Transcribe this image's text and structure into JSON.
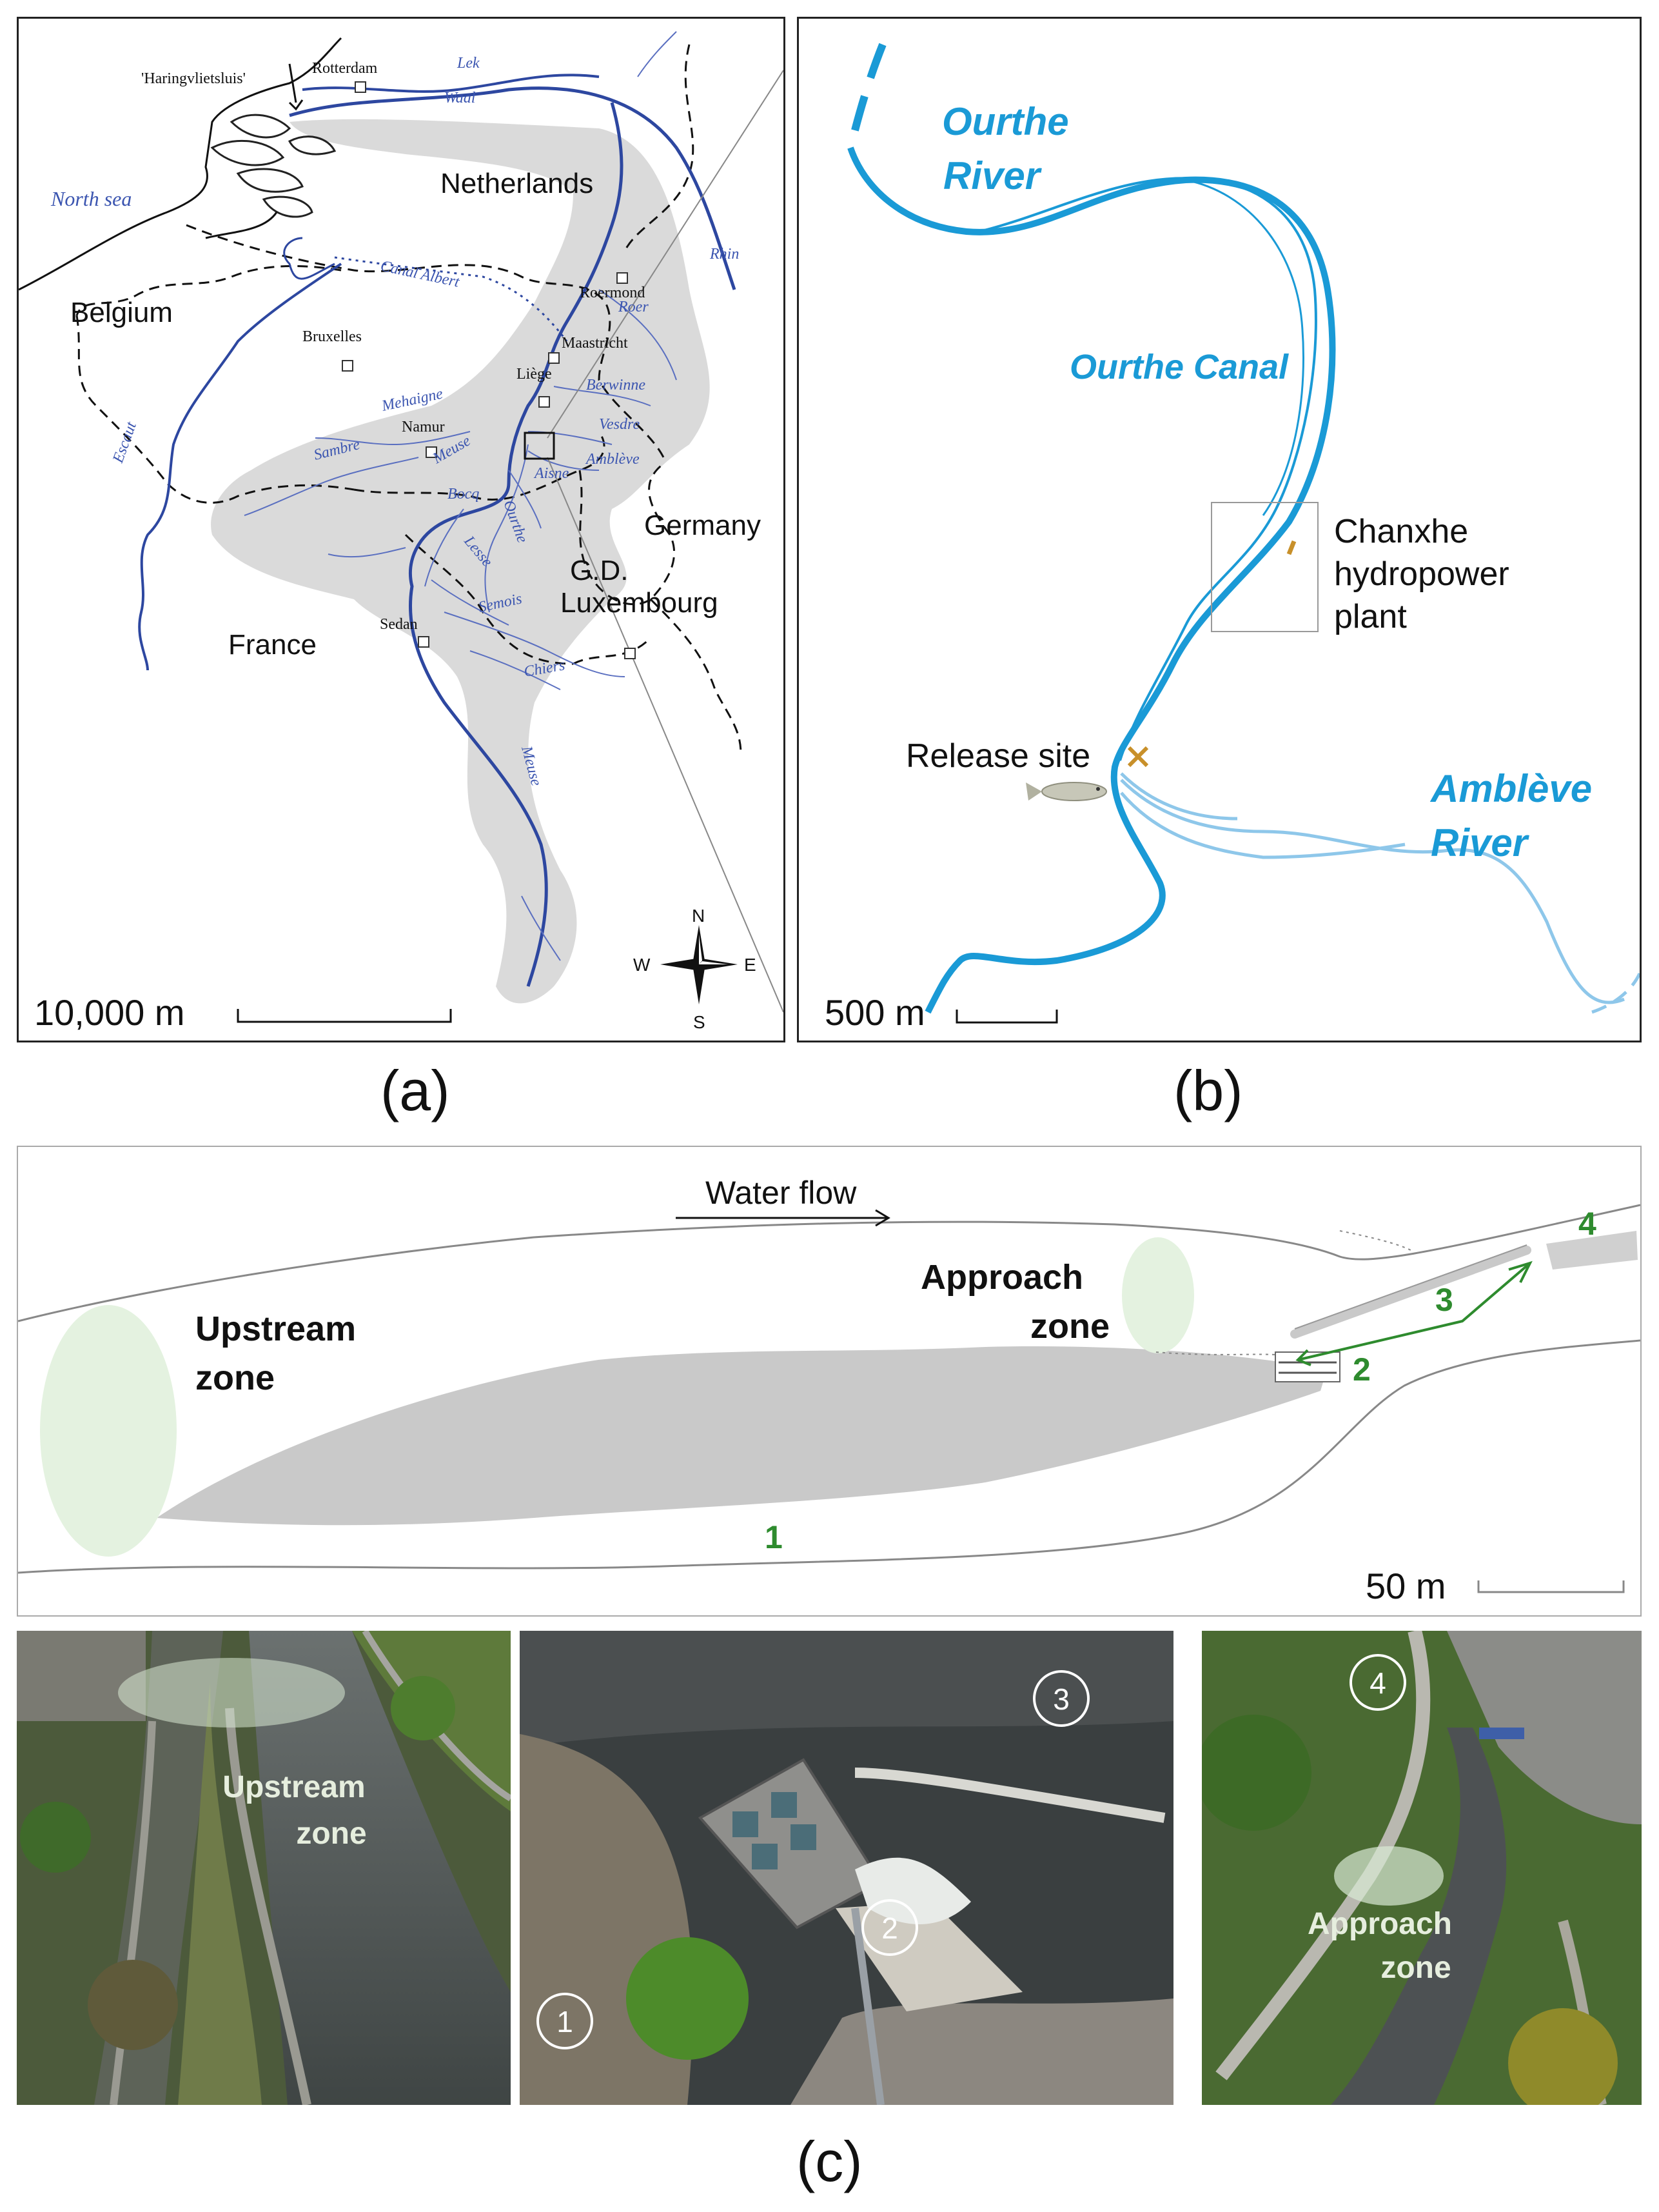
{
  "panel_a": {
    "caption": "(a)",
    "countries": [
      "Netherlands",
      "Belgium",
      "Germany",
      "France",
      "G.D.",
      "Luxembourg"
    ],
    "cities": [
      "Rotterdam",
      "Bruxelles",
      "Roermond",
      "Maastricht",
      "Liège",
      "Namur",
      "Sedan"
    ],
    "haringvliet": "'Haringvlietsluis'",
    "sea": "North sea",
    "rivers": {
      "lek": "Lek",
      "waal": "Waal",
      "rhin": "Rhin",
      "canal_albert": "Canal Albert",
      "roer": "Roer",
      "escaut": "Escaut",
      "mehaigne": "Mehaigne",
      "berwinne": "Berwinne",
      "sambre": "Sambre",
      "meuse": "Meuse",
      "vesdre": "Vesdre",
      "ambleve": "Amblève",
      "bocq": "Bocq",
      "aisne": "Aisne",
      "ourthe": "Ourthe",
      "lesse": "Lesse",
      "semois": "Semois",
      "chiers": "Chiers",
      "meuse_south": "Meuse"
    },
    "compass": {
      "n": "N",
      "s": "S",
      "e": "E",
      "w": "W"
    },
    "scale": "10,000 m"
  },
  "panel_b": {
    "caption": "(b)",
    "ourthe_river_1": "Ourthe",
    "ourthe_river_2": "River",
    "ourthe_canal": "Ourthe Canal",
    "plant_1": "Chanxhe",
    "plant_2": "hydropower",
    "plant_3": "plant",
    "release": "Release site",
    "ambleve_1": "Amblève",
    "ambleve_2": "River",
    "scale": "500 m",
    "colors": {
      "river": "#1a9ad6",
      "ambleve": "#8ec7ea",
      "marker": "#c8902a"
    }
  },
  "panel_c": {
    "caption": "(c)",
    "water_flow": "Water flow",
    "upstream_1": "Upstream",
    "upstream_2": "zone",
    "approach_1": "Approach",
    "approach_2": "zone",
    "n1": "1",
    "n2": "2",
    "n3": "3",
    "n4": "4",
    "scale": "50 m",
    "colors": {
      "number": "#2e8b2e",
      "zone": "#e4f2e0",
      "island": "#c9c9c9"
    }
  },
  "photos": {
    "p1_label_1": "Upstream",
    "p1_label_2": "zone",
    "p2_n1": "1",
    "p2_n2": "2",
    "p2_n3": "3",
    "p3_n4": "4",
    "p3_label_1": "Approach",
    "p3_label_2": "zone"
  }
}
